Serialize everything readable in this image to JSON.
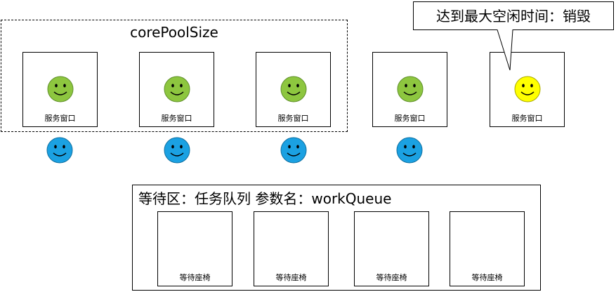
{
  "core_pool": {
    "label": "corePoolSize"
  },
  "windows": [
    {
      "label": "服务窗口",
      "face": "green"
    },
    {
      "label": "服务窗口",
      "face": "green"
    },
    {
      "label": "服务窗口",
      "face": "green"
    },
    {
      "label": "服务窗口",
      "face": "green"
    },
    {
      "label": "服务窗口",
      "face": "yellow"
    }
  ],
  "customers": [
    {
      "face": "blue"
    },
    {
      "face": "blue"
    },
    {
      "face": "blue"
    },
    {
      "face": "blue"
    }
  ],
  "callout": {
    "text": "达到最大空闲时间：销毁"
  },
  "wait_area": {
    "title": "等待区：任务队列 参数名：workQueue",
    "chairs": [
      {
        "label": "等待座椅"
      },
      {
        "label": "等待座椅"
      },
      {
        "label": "等待座椅"
      },
      {
        "label": "等待座椅"
      }
    ]
  },
  "colors": {
    "green": "#8dc63f",
    "green_stroke": "#5f8f2a",
    "yellow": "#ffff00",
    "yellow_stroke": "#a8a800",
    "blue": "#1ba1e2",
    "blue_stroke": "#0f6fa0"
  }
}
